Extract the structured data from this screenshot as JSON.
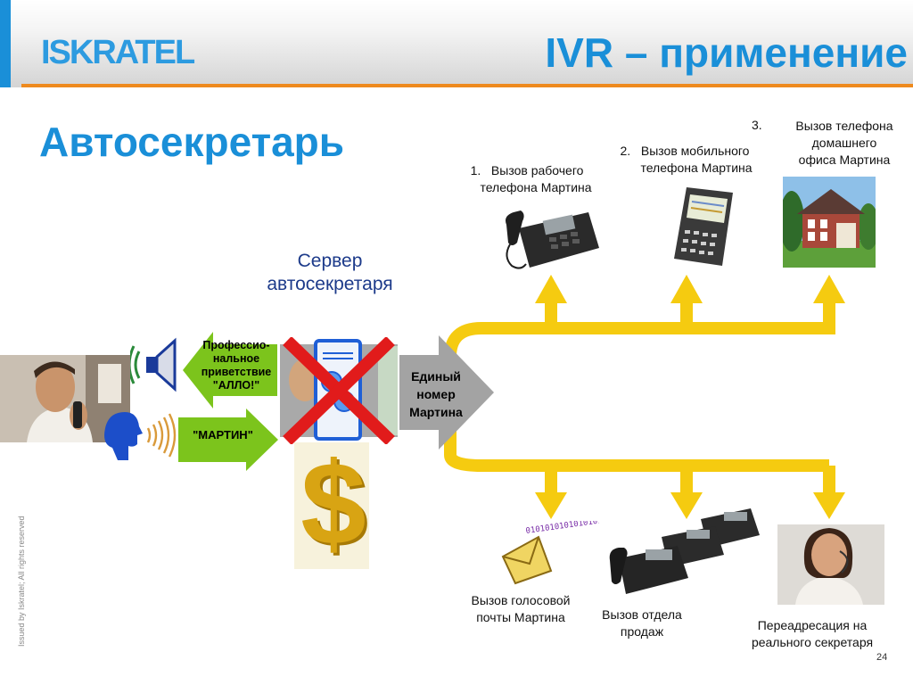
{
  "header": {
    "logo_part1": "ISKRA",
    "logo_part2": "TEL",
    "title": "IVR – применение"
  },
  "slide": {
    "subtitle": "Автосекретарь",
    "server_label_line1": "Сервер",
    "server_label_line2": "автосекретаря",
    "greeting_line1": "Профессио-",
    "greeting_line2": "нальное",
    "greeting_line3": "приветствие",
    "greeting_line4": "\"АЛЛО!\"",
    "caller_says": "\"МАРТИН\"",
    "single_number_line1": "Единый",
    "single_number_line2": "номер",
    "single_number_line3": "Мартина",
    "vertical_note": "Issued by Iskratel; All rights reserved",
    "page_number": "24"
  },
  "destinations_top": [
    {
      "num": "1.",
      "line1": "Вызов рабочего",
      "line2": "телефона Мартина",
      "line3": ""
    },
    {
      "num": "2.",
      "line1": "Вызов мобильного",
      "line2": "телефона Мартина",
      "line3": ""
    },
    {
      "num": "3.",
      "line1": "Вызов телефона",
      "line2": "домашнего",
      "line3": "офиса Мартина"
    }
  ],
  "destinations_bottom": [
    {
      "line1": "Вызов голосовой",
      "line2": "почты Мартина"
    },
    {
      "line1": "Вызов отдела",
      "line2": "продаж"
    },
    {
      "line1": "Переадресация на",
      "line2": "реального секретаря"
    }
  ],
  "decor": {
    "binary_stream": "0101010101010101010",
    "dollar": "$"
  },
  "colors": {
    "title_blue": "#1a8fd8",
    "accent_orange": "#ee8a1e",
    "bus_yellow": "#f5cb10",
    "arrow_green": "#7cc41c",
    "cross_red": "#e11b1b",
    "number_arrow_gray": "#9c9c9c"
  }
}
